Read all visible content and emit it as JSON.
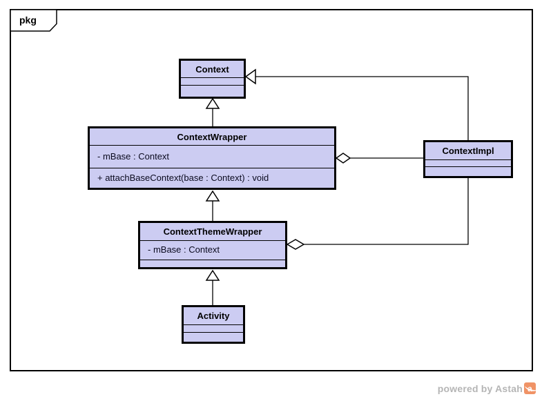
{
  "diagram": {
    "frame_label": "pkg",
    "watermark": {
      "text": "powered by Astah",
      "logo_glyph": "a"
    },
    "colors": {
      "class_fill": "#ccccf2",
      "class_border": "#000000",
      "frame_border": "#000000",
      "connector": "#000000",
      "watermark_text": "#b5b5b5",
      "logo_background": "#f09366"
    }
  },
  "classes": [
    {
      "name": "Context",
      "attributes": [],
      "operations": []
    },
    {
      "name": "ContextWrapper",
      "attributes": [
        "- mBase : Context"
      ],
      "operations": [
        "+ attachBaseContext(base : Context) : void"
      ]
    },
    {
      "name": "ContextImpl",
      "attributes": [],
      "operations": []
    },
    {
      "name": "ContextThemeWrapper",
      "attributes": [
        "- mBase : Context"
      ],
      "operations": []
    },
    {
      "name": "Activity",
      "attributes": [],
      "operations": []
    }
  ],
  "relationships": [
    {
      "type": "generalization",
      "from": "ContextWrapper",
      "to": "Context"
    },
    {
      "type": "generalization",
      "from": "ContextImpl",
      "to": "Context"
    },
    {
      "type": "generalization",
      "from": "ContextThemeWrapper",
      "to": "ContextWrapper"
    },
    {
      "type": "generalization",
      "from": "Activity",
      "to": "ContextThemeWrapper"
    },
    {
      "type": "aggregation",
      "whole": "ContextWrapper",
      "part": "ContextImpl"
    },
    {
      "type": "aggregation",
      "whole": "ContextThemeWrapper",
      "part": "ContextImpl"
    }
  ]
}
